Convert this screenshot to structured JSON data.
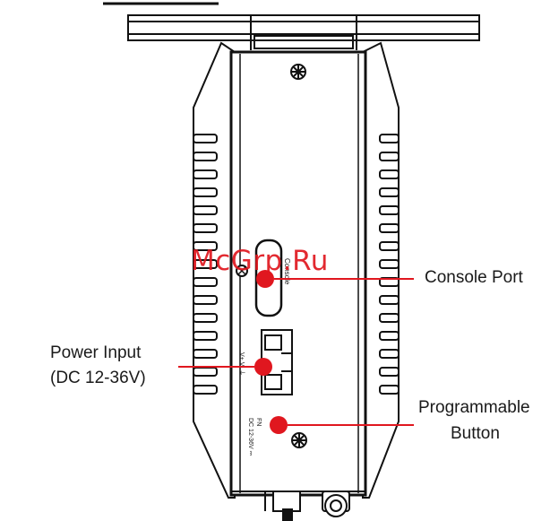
{
  "watermark": "McGrp.Ru",
  "callouts": {
    "console": "Console Port",
    "power_line1": "Power Input",
    "power_line2": "(DC 12-36V)",
    "prog_line1": "Programmable",
    "prog_line2": "Button"
  },
  "device_labels": {
    "console_port": "Console",
    "power_terminal": "V+ V- ⏚",
    "prog_button": "FN",
    "dc_rating": "DC 12-36V ⎓"
  },
  "colors": {
    "callout_line": "#e0171f",
    "marker": "#e0171f",
    "outline": "#111111"
  }
}
